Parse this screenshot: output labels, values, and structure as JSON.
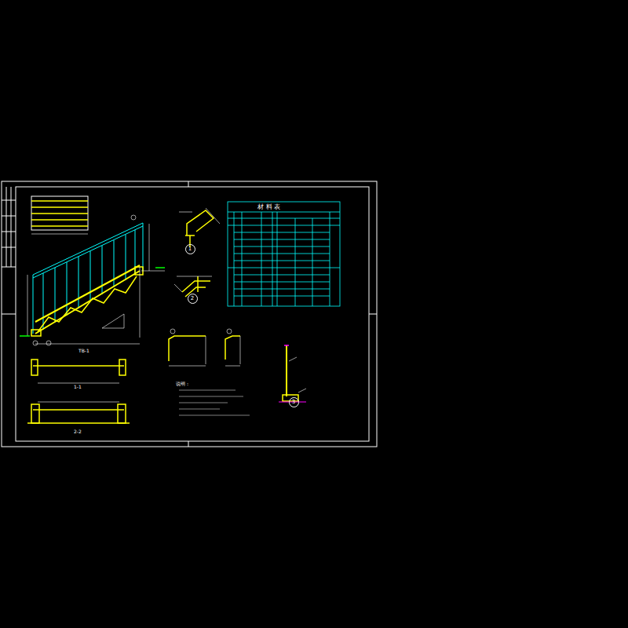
{
  "diagram": {
    "nodes": [
      {
        "text": [
          "1"
        ]
      },
      {
        "text": [
          "2"
        ]
      },
      {
        "text": [
          "3"
        ]
      }
    ],
    "labels": [
      "材 料 表",
      "TB-1",
      "1-1",
      "2-2",
      "说明："
    ]
  }
}
